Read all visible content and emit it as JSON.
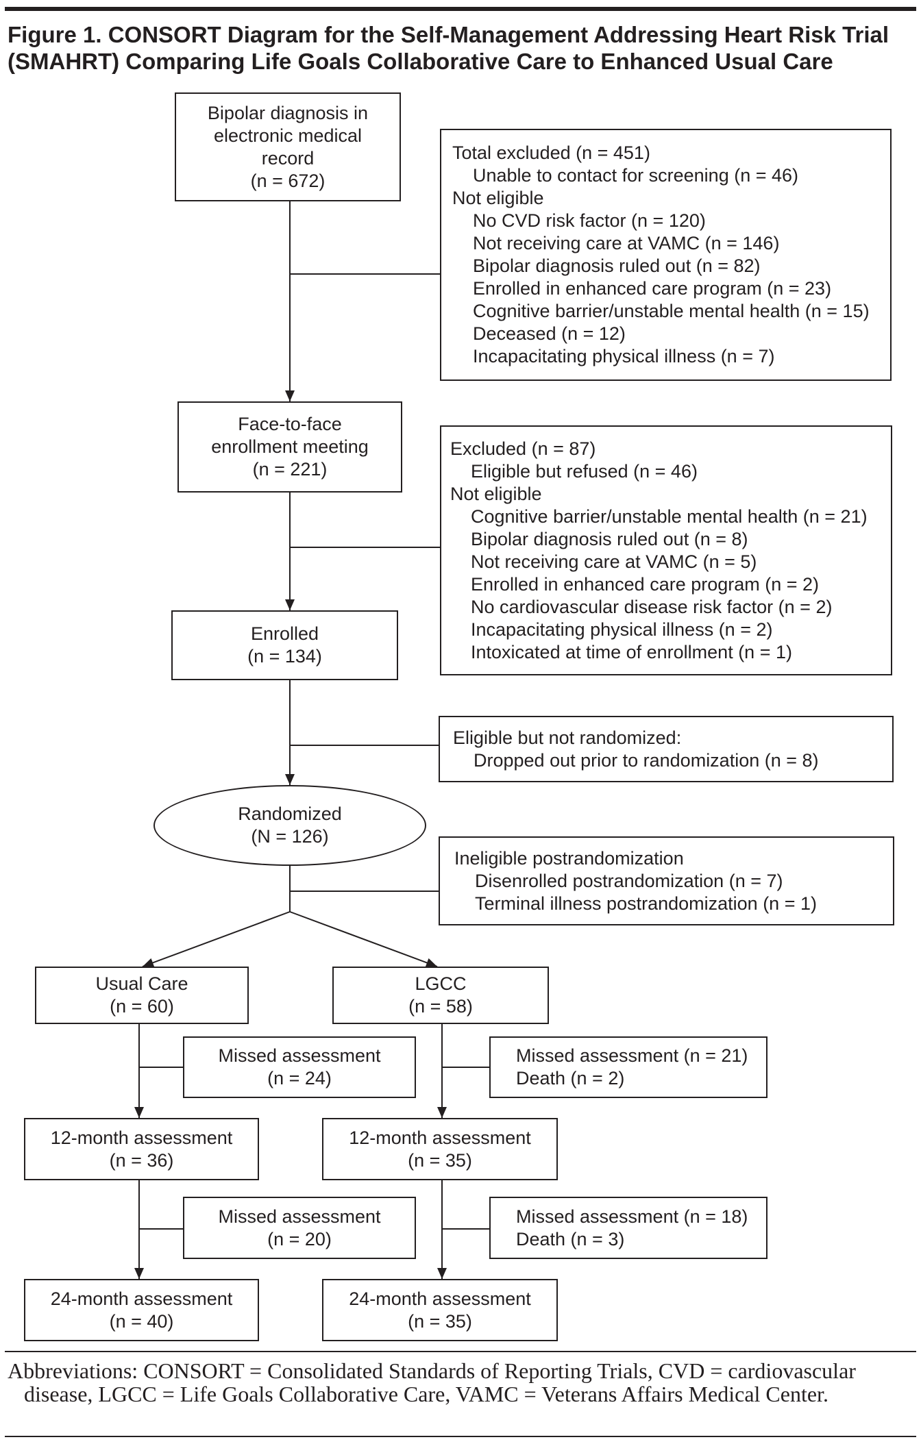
{
  "colors": {
    "ink": "#231f20",
    "background": "#ffffff"
  },
  "figure": {
    "title": [
      "Figure 1. CONSORT Diagram for the Self-Management Addressing Heart Risk Trial",
      "(SMAHRT) Comparing Life Goals Collaborative Care to Enhanced Usual Care"
    ]
  },
  "flow": {
    "bipolar_diagnosis": [
      "Bipolar diagnosis in",
      "electronic medical",
      "record",
      "(n = 672)"
    ],
    "total_excluded": {
      "title": "Total excluded (n = 451)",
      "items": [
        "Unable to contact for screening (n = 46)"
      ],
      "not_eligible_label": "Not eligible",
      "not_eligible_items": [
        "No CVD risk factor (n = 120)",
        "Not receiving care at VAMC (n = 146)",
        "Bipolar diagnosis ruled out (n = 82)",
        "Enrolled in enhanced care program (n = 23)",
        "Cognitive barrier/unstable mental health (n = 15)",
        "Deceased (n = 12)",
        "Incapacitating physical illness (n = 7)"
      ]
    },
    "enrollment_meeting": [
      "Face-to-face",
      "enrollment meeting",
      "(n = 221)"
    ],
    "enrollment_excluded": {
      "title": "Excluded (n = 87)",
      "items": [
        "Eligible but refused (n = 46)"
      ],
      "not_eligible_label": "Not eligible",
      "not_eligible_items": [
        "Cognitive barrier/unstable mental health (n = 21)",
        "Bipolar diagnosis ruled out (n = 8)",
        "Not receiving care at VAMC (n = 5)",
        "Enrolled in enhanced care program (n = 2)",
        "No cardiovascular disease risk factor (n = 2)",
        "Incapacitating physical illness (n = 2)",
        "Intoxicated at time of enrollment (n = 1)"
      ]
    },
    "enrolled": [
      "Enrolled",
      "(n = 134)"
    ],
    "not_randomized": {
      "title": "Eligible but not randomized:",
      "items": [
        "Dropped out prior to randomization (n = 8)"
      ]
    },
    "randomized": [
      "Randomized",
      "(N = 126)"
    ],
    "ineligible_postrandomization": {
      "title": "Ineligible postrandomization",
      "items": [
        "Disenrolled postrandomization (n = 7)",
        "Terminal illness postrandomization (n = 1)"
      ]
    },
    "usual_care": {
      "allocation": [
        "Usual Care",
        "(n = 60)"
      ],
      "missed_12": [
        "Missed assessment",
        "(n = 24)"
      ],
      "assessment_12": [
        "12-month assessment",
        "(n = 36)"
      ],
      "missed_24": [
        "Missed assessment",
        "(n = 20)"
      ],
      "assessment_24": [
        "24-month assessment",
        "(n = 40)"
      ]
    },
    "lgcc": {
      "allocation": [
        "LGCC",
        "(n = 58)"
      ],
      "missed_12": [
        "Missed assessment (n = 21)",
        "Death (n = 2)"
      ],
      "assessment_12": [
        "12-month assessment",
        "(n = 35)"
      ],
      "missed_24": [
        "Missed assessment (n = 18)",
        "Death (n = 3)"
      ],
      "assessment_24": [
        "24-month assessment",
        "(n = 35)"
      ]
    }
  },
  "footnote": [
    "Abbreviations: CONSORT = Consolidated Standards of Reporting Trials, CVD = cardiovascular",
    "disease, LGCC = Life Goals Collaborative Care, VAMC = Veterans Affairs Medical Center."
  ]
}
